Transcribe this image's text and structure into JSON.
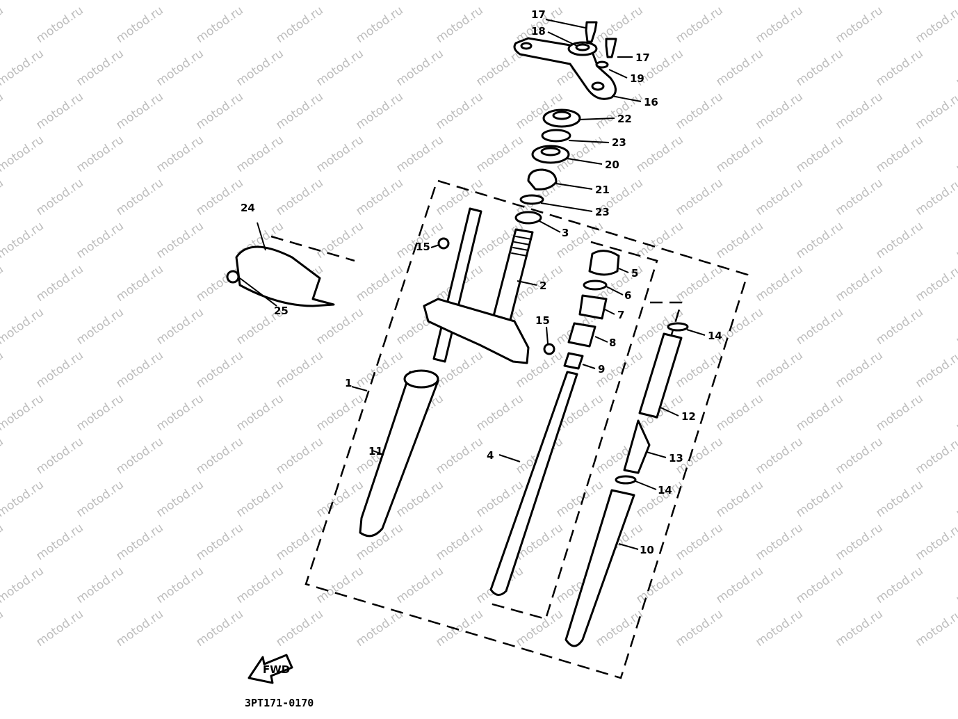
{
  "diagram": {
    "part_code": "3PT171-0170",
    "watermark": "motod.ru",
    "fwd_label": "FWD",
    "callouts": [
      "1",
      "2",
      "3",
      "4",
      "5",
      "6",
      "7",
      "8",
      "9",
      "10",
      "11",
      "12",
      "13",
      "14",
      "15",
      "16",
      "17",
      "18",
      "19",
      "20",
      "21",
      "22",
      "23",
      "24",
      "25"
    ]
  }
}
